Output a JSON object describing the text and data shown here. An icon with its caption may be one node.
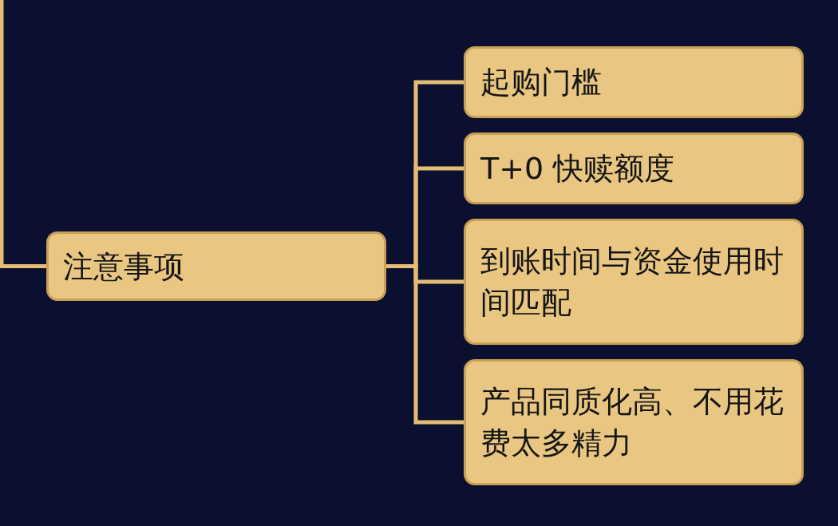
{
  "diagram": {
    "nodes": [
      {
        "text": [
          "注意事项"
        ]
      },
      {
        "text": [
          "起购门槛"
        ]
      },
      {
        "text": [
          "T+0 快赎额度"
        ]
      },
      {
        "text": [
          "到账时间与资金使用时间匹配"
        ]
      },
      {
        "text": [
          "产品同质化高、不用花费太多精力"
        ]
      }
    ],
    "edges": [
      {
        "from": null,
        "to": 0,
        "arrow": "none"
      },
      {
        "from": 0,
        "to": 1,
        "arrow": "none"
      },
      {
        "from": 0,
        "to": 2,
        "arrow": "none"
      },
      {
        "from": 0,
        "to": 3,
        "arrow": "none"
      },
      {
        "from": 0,
        "to": 4,
        "arrow": "none"
      }
    ]
  }
}
